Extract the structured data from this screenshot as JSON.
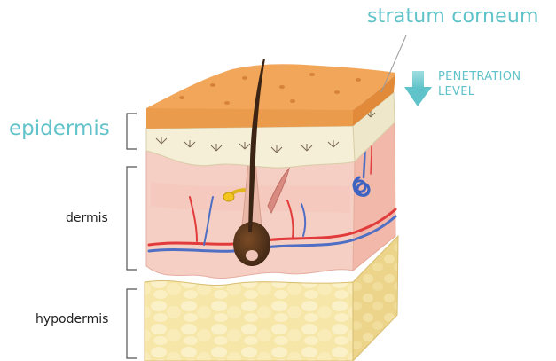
{
  "labels": {
    "stratum_corneum": "stratum corneum",
    "epidermis": "epidermis",
    "dermis": "dermis",
    "hypodermis": "hypodermis",
    "penetration_line1": "PENETRATION",
    "penetration_line2": "LEVEL"
  },
  "colors": {
    "accent_teal": "#5fc3c9",
    "stratum_corneum": "#f2a65a",
    "epidermis_cream": "#f5efd8",
    "dermis_pink": "#f4c6bb",
    "hypodermis_yellow": "#f4e2a3",
    "artery_red": "#e23b3b",
    "vein_blue": "#4f6fc4",
    "hair": "#3b2414"
  }
}
